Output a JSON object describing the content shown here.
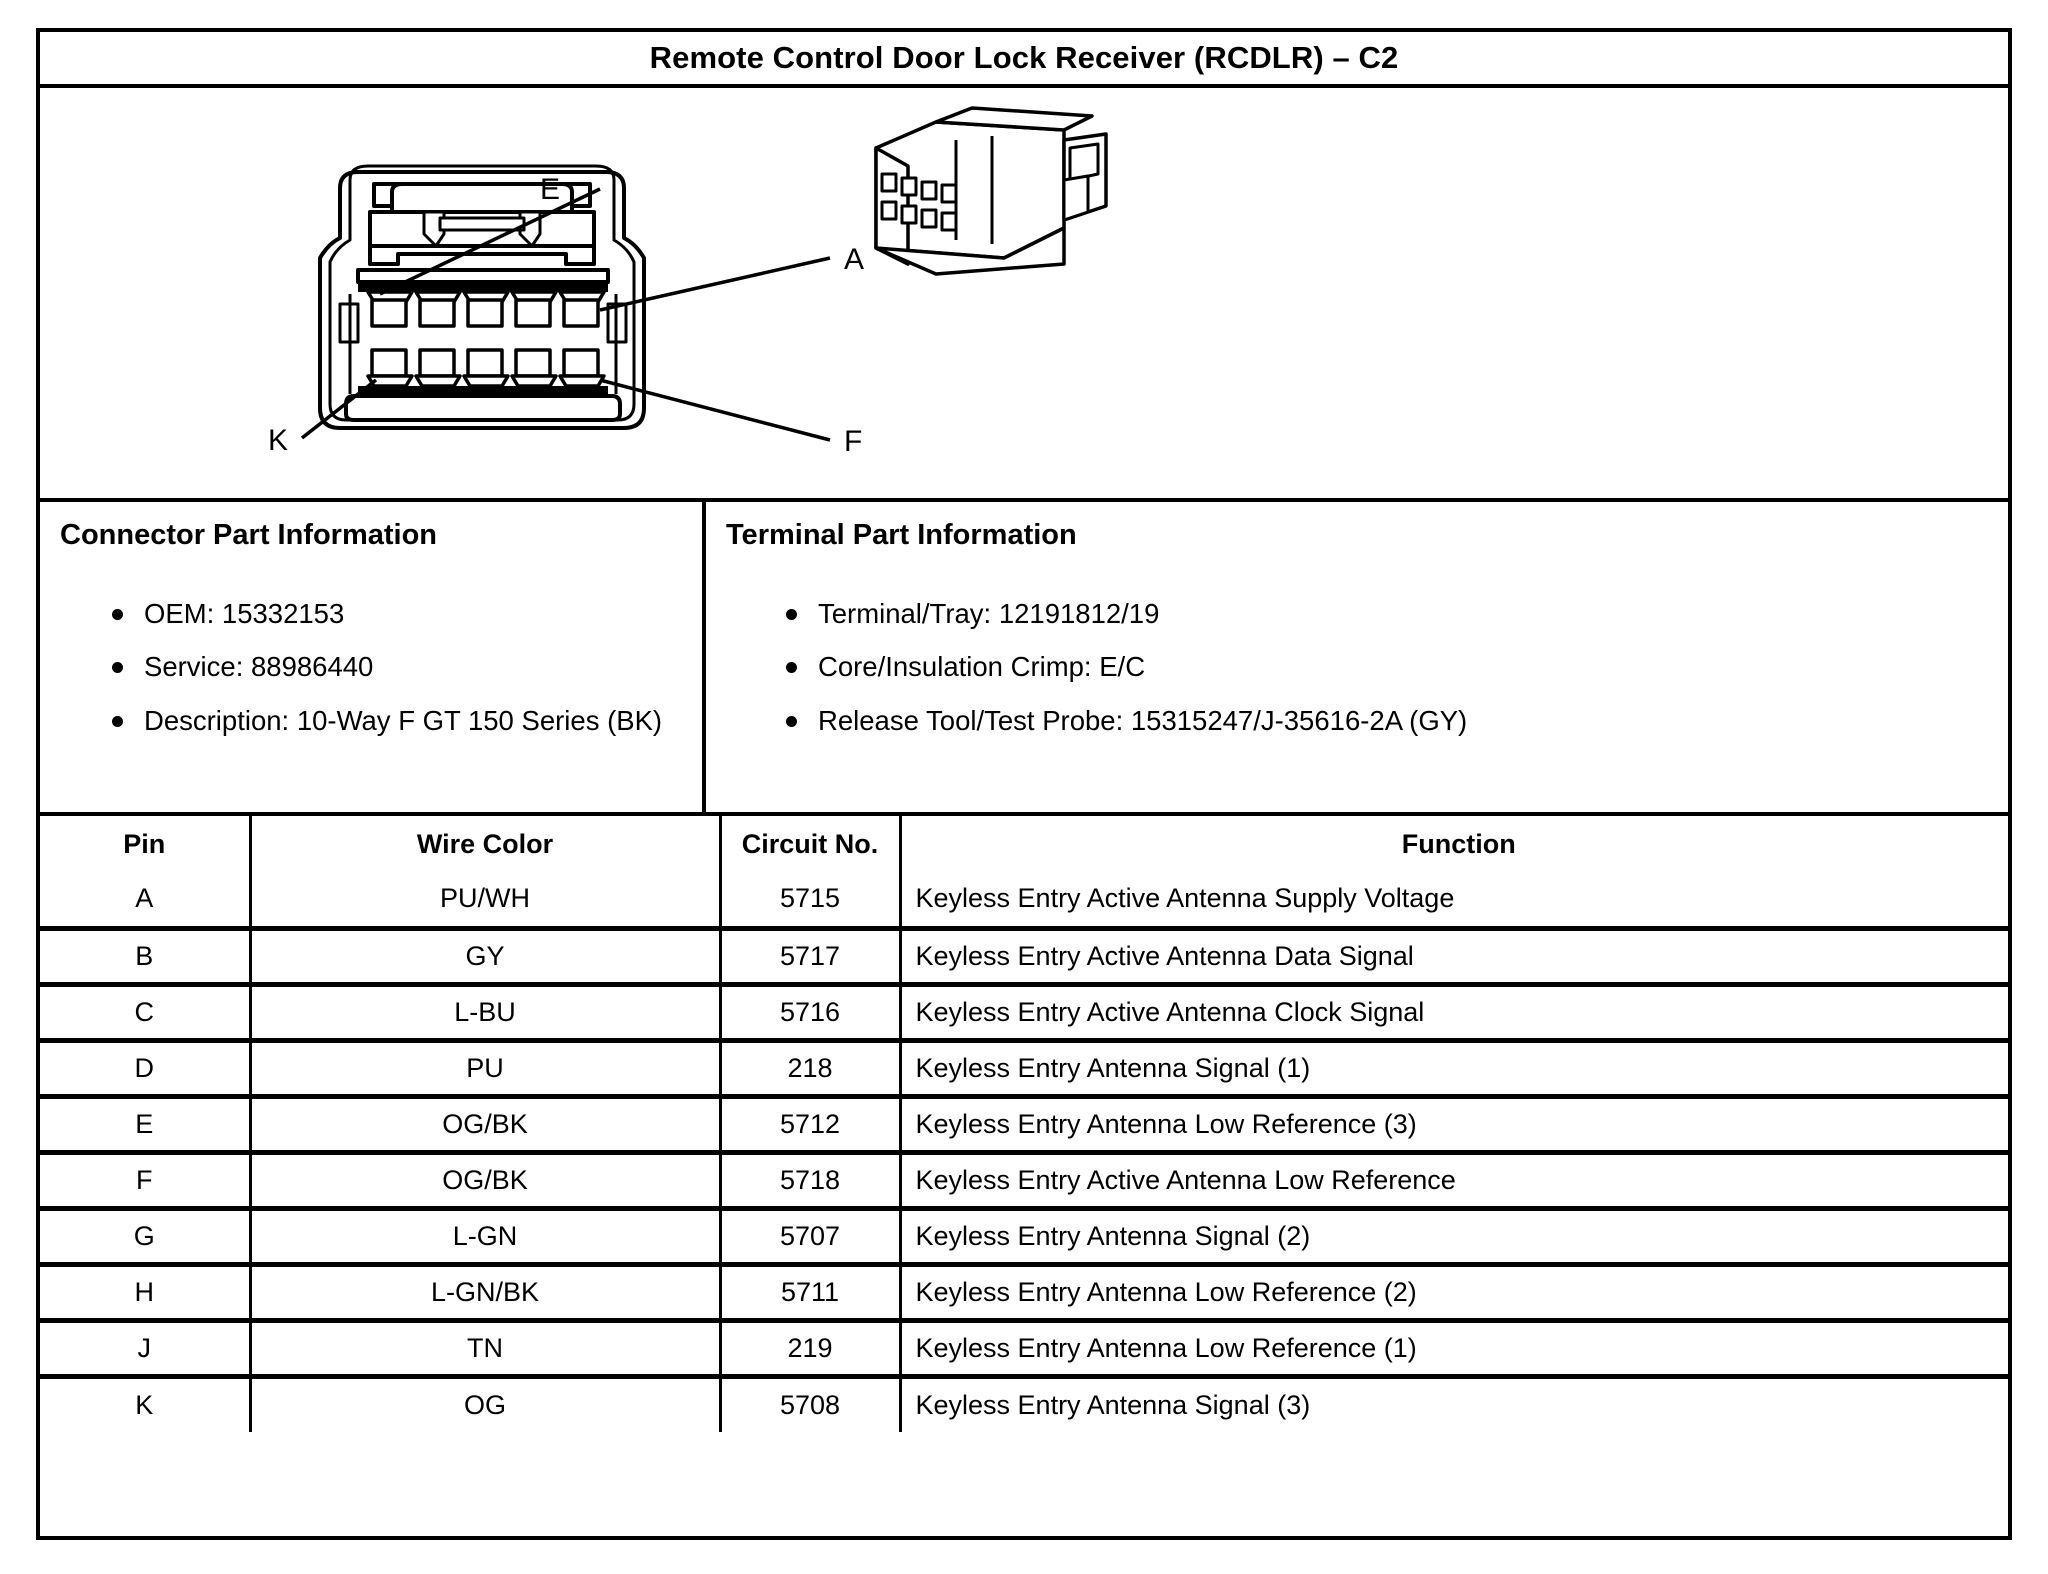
{
  "title": "Remote Control Door Lock Receiver (RCDLR) – C2",
  "figure": {
    "labels": [
      {
        "key": "E",
        "text": "E"
      },
      {
        "key": "A",
        "text": "A"
      },
      {
        "key": "K",
        "text": "K"
      },
      {
        "key": "F",
        "text": "F"
      }
    ],
    "connector_face_name": "connector-face-view",
    "connector_iso_name": "connector-isometric-view",
    "cavity_rows": 2,
    "cavities_per_row": 5
  },
  "connector_part_information": {
    "heading": "Connector Part Information",
    "items": [
      "OEM: 15332153",
      "Service: 88986440",
      "Description: 10-Way F GT 150 Series (BK)"
    ]
  },
  "terminal_part_information": {
    "heading": "Terminal Part Information",
    "items": [
      "Terminal/Tray: 12191812/19",
      "Core/Insulation Crimp: E/C",
      "Release Tool/Test Probe: 15315247/J-35616-2A (GY)"
    ]
  },
  "pin_table": {
    "columns": [
      "Pin",
      "Wire Color",
      "Circuit No.",
      "Function"
    ],
    "rows": [
      {
        "pin": "A",
        "wire_color": "PU/WH",
        "circuit_no": "5715",
        "function": "Keyless Entry Active Antenna Supply Voltage"
      },
      {
        "pin": "B",
        "wire_color": "GY",
        "circuit_no": "5717",
        "function": "Keyless Entry Active Antenna Data Signal"
      },
      {
        "pin": "C",
        "wire_color": "L-BU",
        "circuit_no": "5716",
        "function": "Keyless Entry Active Antenna Clock Signal"
      },
      {
        "pin": "D",
        "wire_color": "PU",
        "circuit_no": "218",
        "function": "Keyless Entry Antenna Signal (1)"
      },
      {
        "pin": "E",
        "wire_color": "OG/BK",
        "circuit_no": "5712",
        "function": "Keyless Entry Antenna Low Reference (3)"
      },
      {
        "pin": "F",
        "wire_color": "OG/BK",
        "circuit_no": "5718",
        "function": "Keyless Entry Active Antenna Low Reference"
      },
      {
        "pin": "G",
        "wire_color": "L-GN",
        "circuit_no": "5707",
        "function": "Keyless Entry Antenna Signal (2)"
      },
      {
        "pin": "H",
        "wire_color": "L-GN/BK",
        "circuit_no": "5711",
        "function": "Keyless Entry Antenna Low Reference (2)"
      },
      {
        "pin": "J",
        "wire_color": "TN",
        "circuit_no": "219",
        "function": "Keyless Entry Antenna Low Reference (1)"
      },
      {
        "pin": "K",
        "wire_color": "OG",
        "circuit_no": "5708",
        "function": "Keyless Entry Antenna Signal (3)"
      }
    ]
  },
  "colors": {
    "ink": "#000000",
    "paper": "#ffffff"
  }
}
